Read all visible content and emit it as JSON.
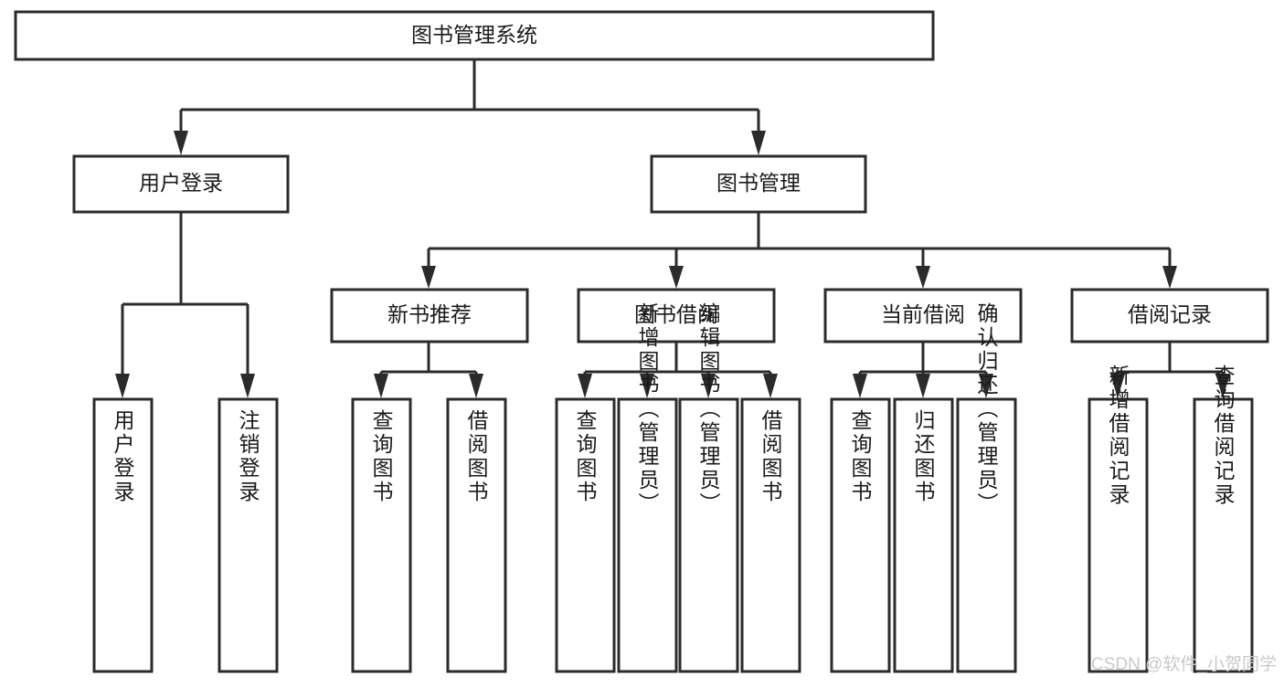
{
  "diagram": {
    "title": "图书管理系统",
    "type": "hierarchy-tree",
    "root": {
      "id": "root",
      "label": "图书管理系统",
      "level": 0
    },
    "level1": [
      {
        "id": "user-login",
        "label": "用户登录",
        "level": 1
      },
      {
        "id": "book-management",
        "label": "图书管理",
        "level": 1
      }
    ],
    "level2": [
      {
        "id": "new-book-recommend",
        "label": "新书推荐",
        "level": 2,
        "parent": "book-management"
      },
      {
        "id": "book-borrow",
        "label": "图书借阅",
        "level": 2,
        "parent": "book-management"
      },
      {
        "id": "current-borrow",
        "label": "当前借阅",
        "level": 2,
        "parent": "book-management"
      },
      {
        "id": "borrow-record",
        "label": "借阅记录",
        "level": 2,
        "parent": "book-management"
      }
    ],
    "leaves": [
      {
        "id": "leaf-user-login",
        "label": "用户登录",
        "parent": "user-login"
      },
      {
        "id": "leaf-logout-login",
        "label": "注销登录",
        "parent": "user-login"
      },
      {
        "id": "leaf-query-book-1",
        "label": "查询图书",
        "parent": "new-book-recommend"
      },
      {
        "id": "leaf-borrow-book-1",
        "label": "借阅图书",
        "parent": "new-book-recommend"
      },
      {
        "id": "leaf-query-book-2",
        "label": "查询图书",
        "parent": "book-borrow"
      },
      {
        "id": "leaf-add-book",
        "label": "新增图书（管理员）",
        "parent": "book-borrow"
      },
      {
        "id": "leaf-edit-book",
        "label": "编辑图书（管理员）",
        "parent": "book-borrow"
      },
      {
        "id": "leaf-borrow-book-2",
        "label": "借阅图书",
        "parent": "book-borrow"
      },
      {
        "id": "leaf-query-book-3",
        "label": "查询图书",
        "parent": "current-borrow"
      },
      {
        "id": "leaf-return-book",
        "label": "归还图书",
        "parent": "current-borrow"
      },
      {
        "id": "leaf-confirm-return",
        "label": "确认归还（管理员）",
        "parent": "current-borrow"
      },
      {
        "id": "leaf-add-record",
        "label": "新增借阅记录",
        "parent": "borrow-record"
      },
      {
        "id": "leaf-query-record",
        "label": "查询借阅记录",
        "parent": "borrow-record"
      }
    ]
  },
  "watermark": {
    "text": "CSDN @软件_小贺同学",
    "color": "#c9c9c9"
  },
  "colors": {
    "box_stroke": "#2b2b2b",
    "box_fill": "#ffffff",
    "text": "#1a1a1a",
    "background": "#ffffff"
  }
}
